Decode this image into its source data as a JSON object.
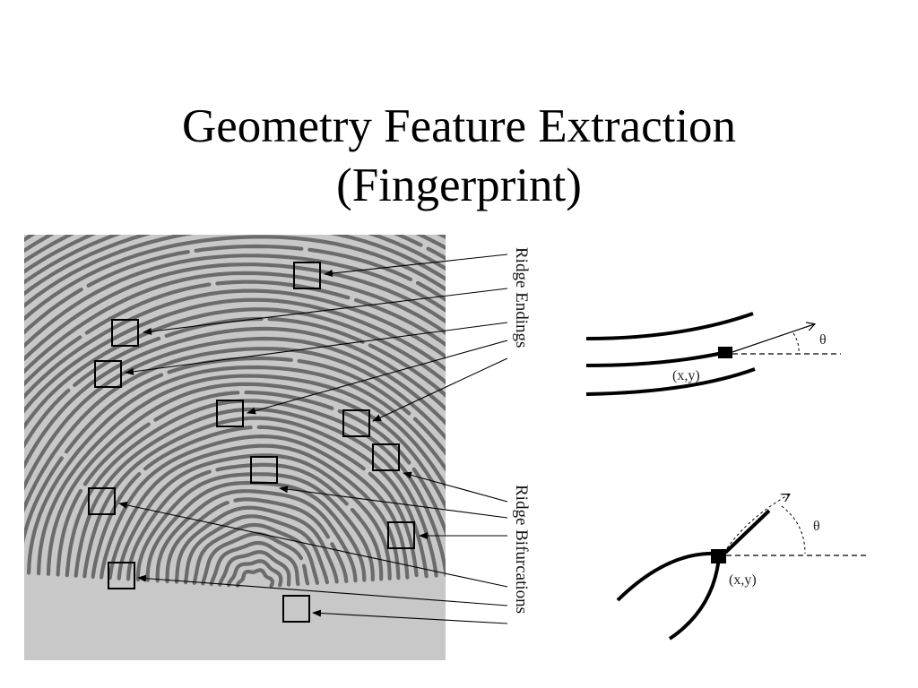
{
  "slide": {
    "title_line1": "Geometry Feature Extraction",
    "title_line2": "(Fingerprint)"
  },
  "labels": {
    "ridge_endings": "Ridge Endings",
    "ridge_bifurcations": "Ridge Bifurcations"
  },
  "ending_diagram": {
    "point_label": "(x,y)",
    "angle_label": "θ"
  },
  "bifurcation_diagram": {
    "point_label": "(x,y)",
    "angle_label": "θ"
  },
  "colors": {
    "fingerprint_background": "#c8c8c8",
    "ridge": "#6b6b6b",
    "line": "#000000"
  }
}
